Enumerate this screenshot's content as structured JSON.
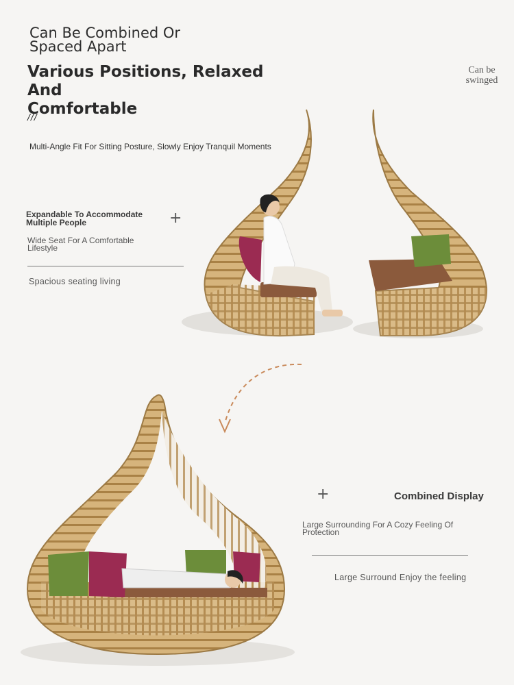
{
  "header": {
    "small_title_line1": "Can Be Combined Or",
    "small_title_line2": "Spaced Apart",
    "big_title_line1": "Various Positions, Relaxed And",
    "big_title_line2": "Comfortable",
    "slashes": "///",
    "subtitle": "Multi-Angle Fit For Sitting Posture, Slowly Enjoy Tranquil Moments",
    "side_note_line1": "Can be",
    "side_note_line2": "swinged"
  },
  "section_spaced": {
    "feature_line1": "Expandable To Accommodate",
    "feature_line2": "Multiple People",
    "plus": "+",
    "detail_line1": "Wide Seat For A Comfortable",
    "detail_line2": "Lifestyle",
    "caption": "Spacious seating  living"
  },
  "section_combined": {
    "plus": "+",
    "title": "Combined Display",
    "detail_line1": "Large Surrounding For A Cozy Feeling Of",
    "detail_line2": "Protection",
    "caption": "Large Surround Enjoy the feeling"
  },
  "colors": {
    "background": "#f6f5f3",
    "rattan": "#c9a56e",
    "rattan_dark": "#9c7a45",
    "cushion": "#8b5a3c",
    "pillow_magenta": "#9b2b52",
    "pillow_green": "#6c8d3a",
    "arrow": "#c98a5b"
  }
}
